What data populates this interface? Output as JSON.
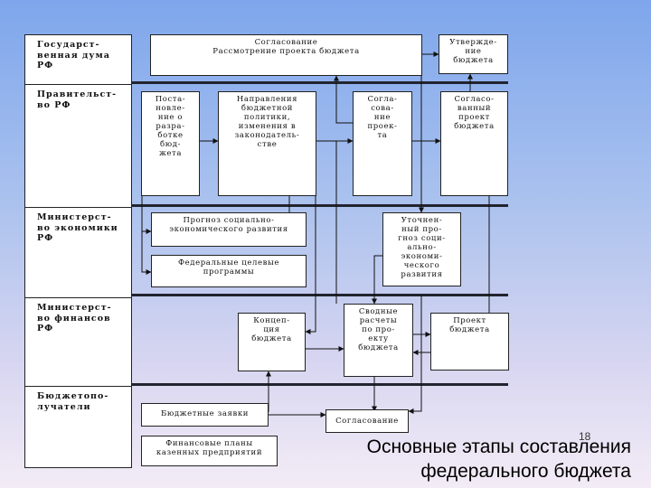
{
  "rows": [
    {
      "label": "Государст-\nвенная дума\nРФ"
    },
    {
      "label": "Правительст-\nво РФ"
    },
    {
      "label": "Министерст-\nво экономики\nРФ"
    },
    {
      "label": "Министерст-\nво финансов\nРФ"
    },
    {
      "label": "Бюджетопо-\nлучатели"
    }
  ],
  "boxes": {
    "duma_review": "Согласование\nРассмотрение проекта бюджета",
    "approval": "Утвержде-\nние\nбюджета",
    "resolution": "Поста-\nновле-\nние о\nразра-\nботке\nбюд-\nжета",
    "policy_directions": "Направления\nбюджетной\nполитики,\nизменения в\nзаконодатель-\nстве",
    "project_agreement": "Согла-\nсова-\nние\nпроек-\nта",
    "agreed_project": "Согласо-\nванный\nпроект\nбюджета",
    "socio_forecast": "Прогноз социально-\nэкономического развития",
    "refined_forecast": "Уточнен-\nный про-\nгноз соци-\nально-\nэкономи-\nческого\nразвития",
    "target_programs": "Федеральные целевые\nпрограммы",
    "budget_concept": "Концеп-\nция\nбюджета",
    "consolidated": "Сводные\nрасчеты\nпо про-\nекту\nбюджета",
    "budget_project": "Проект\nбюджета",
    "budget_requests": "Бюджетные заявки",
    "recipients_agreement": "Согласование",
    "financial_plans": "Финансовые планы\nказенных предприятий"
  },
  "title": "Основные этапы составления\nфедерального бюджета",
  "page_number": "18",
  "colors": {
    "background_top": "#7ea6ec",
    "background_bottom": "#f3ecf6",
    "divider": "#22242e",
    "box_border": "#222222",
    "arrow": "#111111"
  }
}
